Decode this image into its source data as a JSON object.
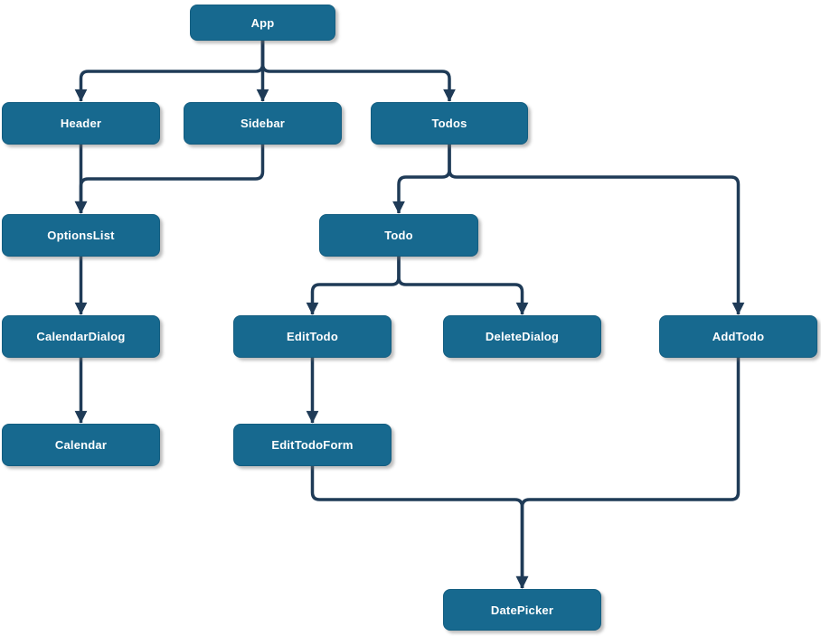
{
  "diagram": {
    "type": "flowchart",
    "orientation": "top-down",
    "background_color": "#ffffff",
    "node_fill_color": "#17698F",
    "node_text_color": "#ffffff",
    "edge_color": "#1F3B57",
    "nodes": [
      {
        "id": "app",
        "label": "App"
      },
      {
        "id": "header",
        "label": "Header"
      },
      {
        "id": "sidebar",
        "label": "Sidebar"
      },
      {
        "id": "todos",
        "label": "Todos"
      },
      {
        "id": "optionslist",
        "label": "OptionsList"
      },
      {
        "id": "todo",
        "label": "Todo"
      },
      {
        "id": "calendardialog",
        "label": "CalendarDialog"
      },
      {
        "id": "edittodo",
        "label": "EditTodo"
      },
      {
        "id": "deletedialog",
        "label": "DeleteDialog"
      },
      {
        "id": "addtodo",
        "label": "AddTodo"
      },
      {
        "id": "calendar",
        "label": "Calendar"
      },
      {
        "id": "edittodoform",
        "label": "EditTodoForm"
      },
      {
        "id": "datepicker",
        "label": "DatePicker"
      }
    ],
    "edges": [
      {
        "from": "App",
        "to": "Header"
      },
      {
        "from": "App",
        "to": "Sidebar"
      },
      {
        "from": "App",
        "to": "Todos"
      },
      {
        "from": "Header",
        "to": "OptionsList"
      },
      {
        "from": "Sidebar",
        "to": "OptionsList"
      },
      {
        "from": "Todos",
        "to": "Todo"
      },
      {
        "from": "Todos",
        "to": "AddTodo"
      },
      {
        "from": "OptionsList",
        "to": "CalendarDialog"
      },
      {
        "from": "Todo",
        "to": "EditTodo"
      },
      {
        "from": "Todo",
        "to": "DeleteDialog"
      },
      {
        "from": "CalendarDialog",
        "to": "Calendar"
      },
      {
        "from": "EditTodo",
        "to": "EditTodoForm"
      },
      {
        "from": "EditTodoForm",
        "to": "DatePicker"
      },
      {
        "from": "AddTodo",
        "to": "DatePicker"
      }
    ]
  }
}
